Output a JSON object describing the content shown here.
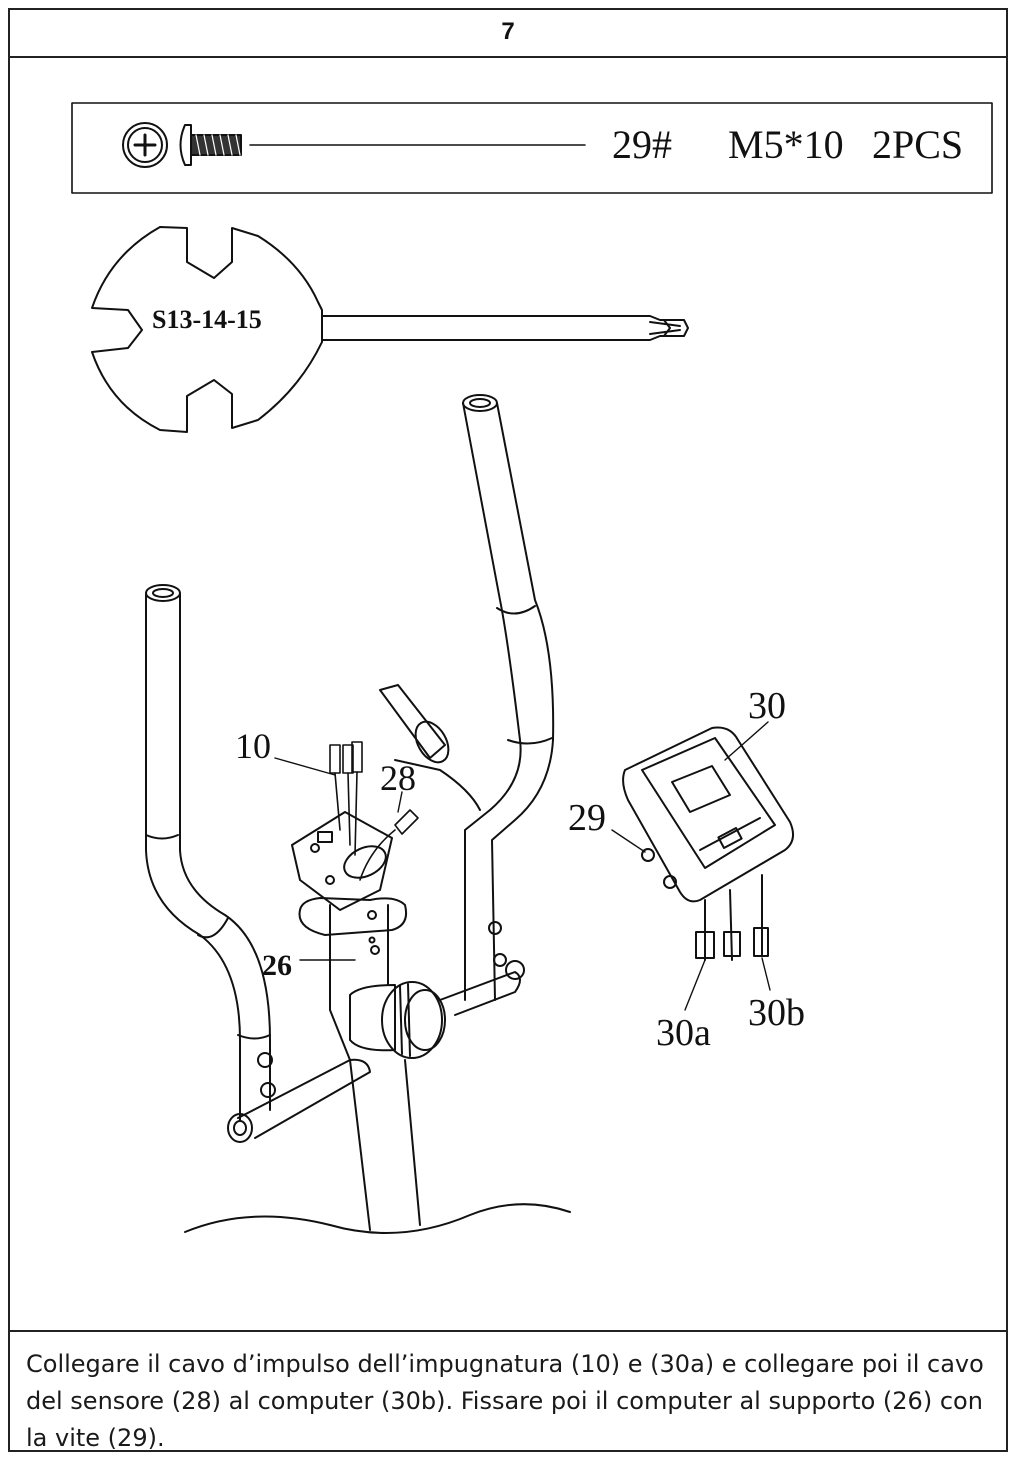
{
  "step_number": "7",
  "hardware": {
    "part_number": "29#",
    "spec": "M5*10",
    "quantity": "2PCS"
  },
  "tool": {
    "label": "S13-14-15"
  },
  "callouts": {
    "c10": "10",
    "c28": "28",
    "c26": "26",
    "c29": "29",
    "c30": "30",
    "c30a": "30a",
    "c30b": "30b"
  },
  "instruction": "Collegare il cavo d’impulso dell’impugnatura (10) e (30a) e collegare poi il cavo del sensore (28) al computer (30b). Fissare poi il computer al supporto (26) con la vite (29)."
}
